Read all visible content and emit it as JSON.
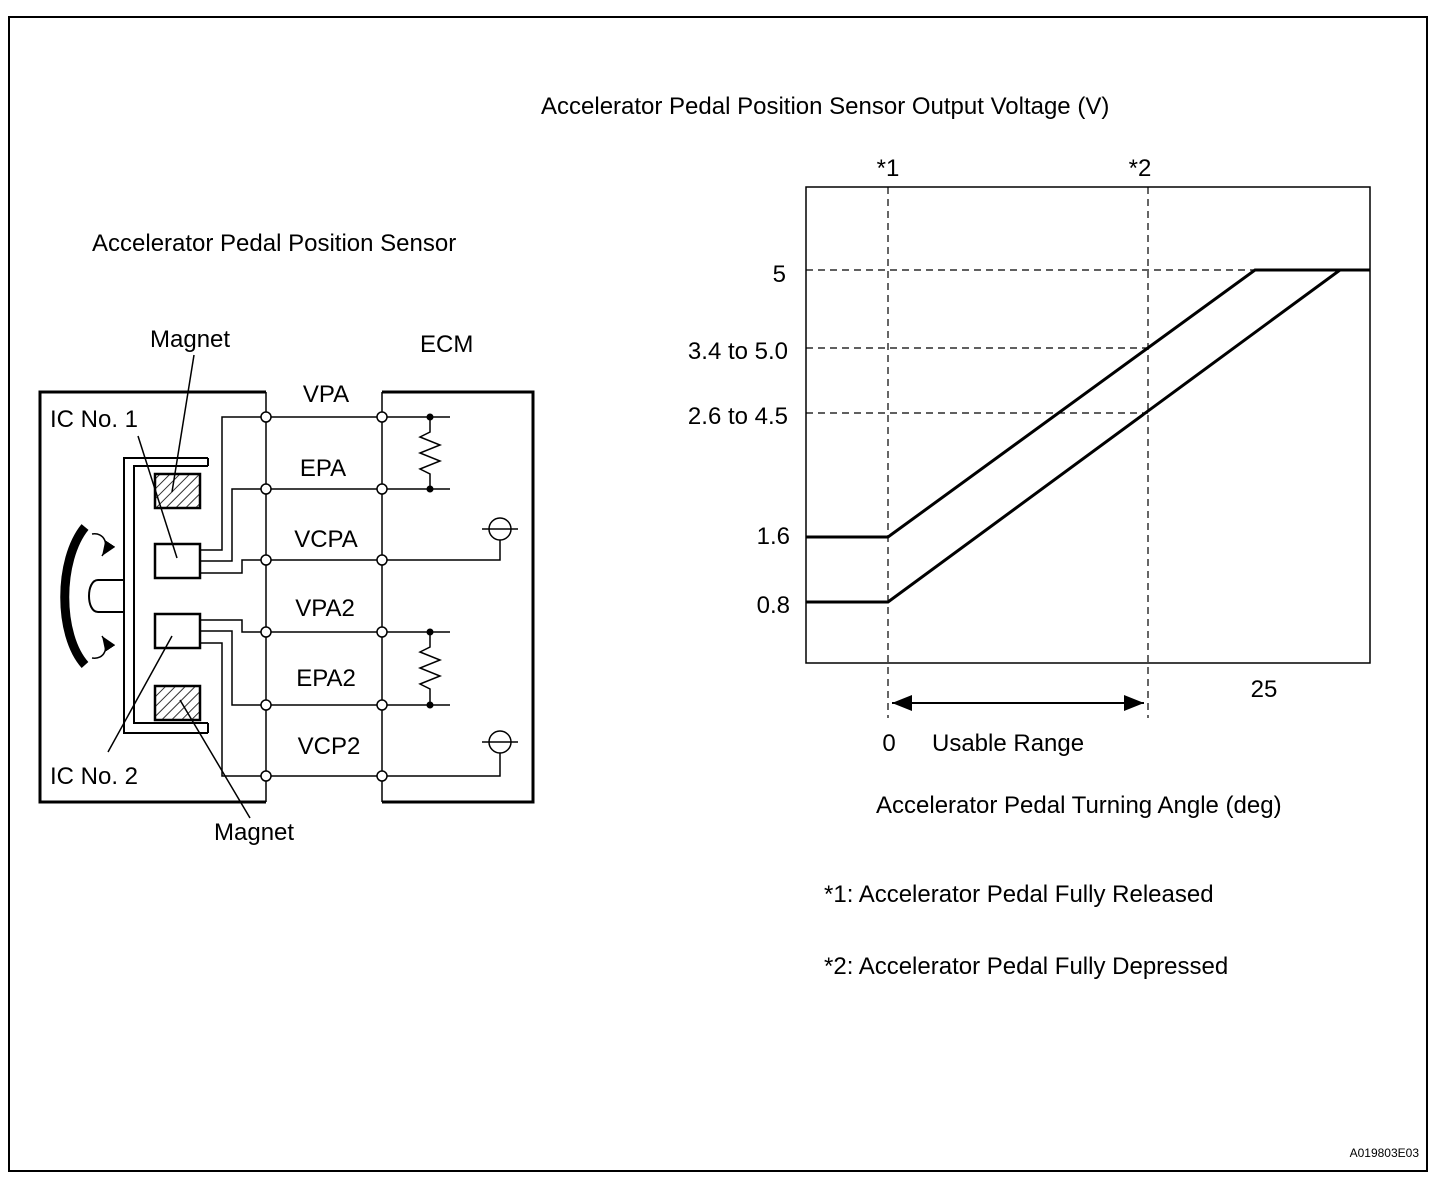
{
  "sensor_diagram": {
    "title": "Accelerator Pedal Position Sensor",
    "ecm_label": "ECM",
    "magnet_top_label": "Magnet",
    "magnet_bottom_label": "Magnet",
    "ic1_label": "IC No. 1",
    "ic2_label": "IC No. 2",
    "terminals": [
      "VPA",
      "EPA",
      "VCPA",
      "VPA2",
      "EPA2",
      "VCP2"
    ]
  },
  "graph": {
    "title": "Accelerator Pedal Position Sensor Output Voltage (V)",
    "x_axis_label": "Accelerator Pedal Turning Angle (deg)",
    "y_tick_labels": [
      "5",
      "3.4 to 5.0",
      "2.6 to 4.5",
      "1.6",
      "0.8"
    ],
    "x_tick_labels": [
      "0",
      "25"
    ],
    "marker1": "*1",
    "marker2": "*2",
    "usable_range_label": "Usable Range"
  },
  "notes": {
    "note1": "*1: Accelerator Pedal Fully Released",
    "note2": "*2: Accelerator Pedal Fully Depressed"
  },
  "figure_code": "A019803E03"
}
